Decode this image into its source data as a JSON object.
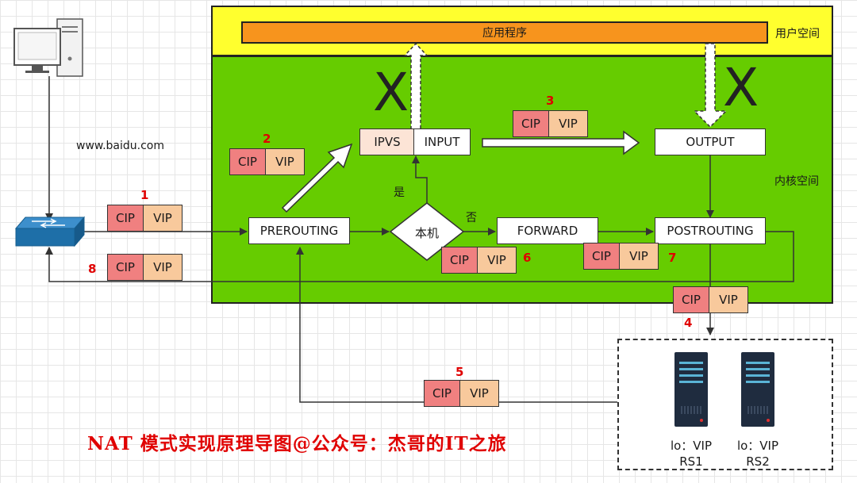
{
  "zones": {
    "user_space": "用户空间",
    "kernel_space": "内核空间",
    "app": "应用程序"
  },
  "nodes": {
    "ipvs": "IPVS",
    "input": "INPUT",
    "output": "OUTPUT",
    "prerouting": "PREROUTING",
    "forward": "FORWARD",
    "postrouting": "POSTROUTING",
    "decision": "本机"
  },
  "edge_labels": {
    "yes": "是",
    "no": "否",
    "blocked": "X"
  },
  "client": {
    "url": "www.baidu.com"
  },
  "packet": {
    "cip": "CIP",
    "vip": "VIP"
  },
  "steps": [
    "1",
    "2",
    "3",
    "4",
    "5",
    "6",
    "7",
    "8"
  ],
  "real_servers": [
    {
      "lo": "lo：VIP",
      "name": "RS1"
    },
    {
      "lo": "lo：VIP",
      "name": "RS2"
    }
  ],
  "title": "NAT 模式实现原理导图@公众号：杰哥的IT之旅",
  "colors": {
    "user_space": "#ffff2e",
    "kernel_space": "#66cc00",
    "app_bar": "#f7941d",
    "cip": "#f08080",
    "vip": "#f8c99c",
    "step_number": "#e00000",
    "switch": "#1e6fa8"
  },
  "icons": [
    "computer-icon",
    "switch-icon",
    "server-icon"
  ]
}
